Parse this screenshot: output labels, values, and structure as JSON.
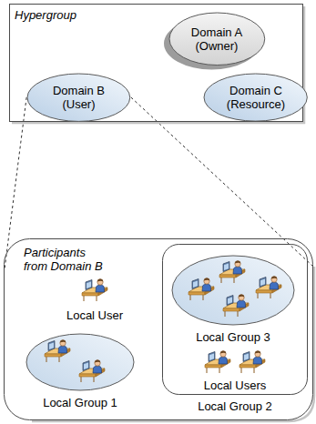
{
  "diagram": {
    "nodes": [
      {
        "text": [
          "Hypergroup"
        ]
      },
      {
        "text": [
          "Domain A (Owner)"
        ],
        "in": 0
      },
      {
        "text": [
          "Domain B (User)"
        ],
        "in": 0
      },
      {
        "text": [
          "Domain C (Resource)"
        ],
        "in": 0
      },
      {
        "text": [
          "Participants from Domain B"
        ]
      },
      {
        "text": [
          "Local Group 2"
        ],
        "in": 4
      },
      {
        "text": [
          "Local Group 3"
        ],
        "in": 5
      },
      {
        "text": [
          "Local Group 1"
        ],
        "in": 4
      }
    ],
    "edges": [
      {
        "from": 2,
        "to": 4,
        "arrow": "none"
      }
    ],
    "labels": [
      "Local User",
      "Local Users"
    ]
  }
}
